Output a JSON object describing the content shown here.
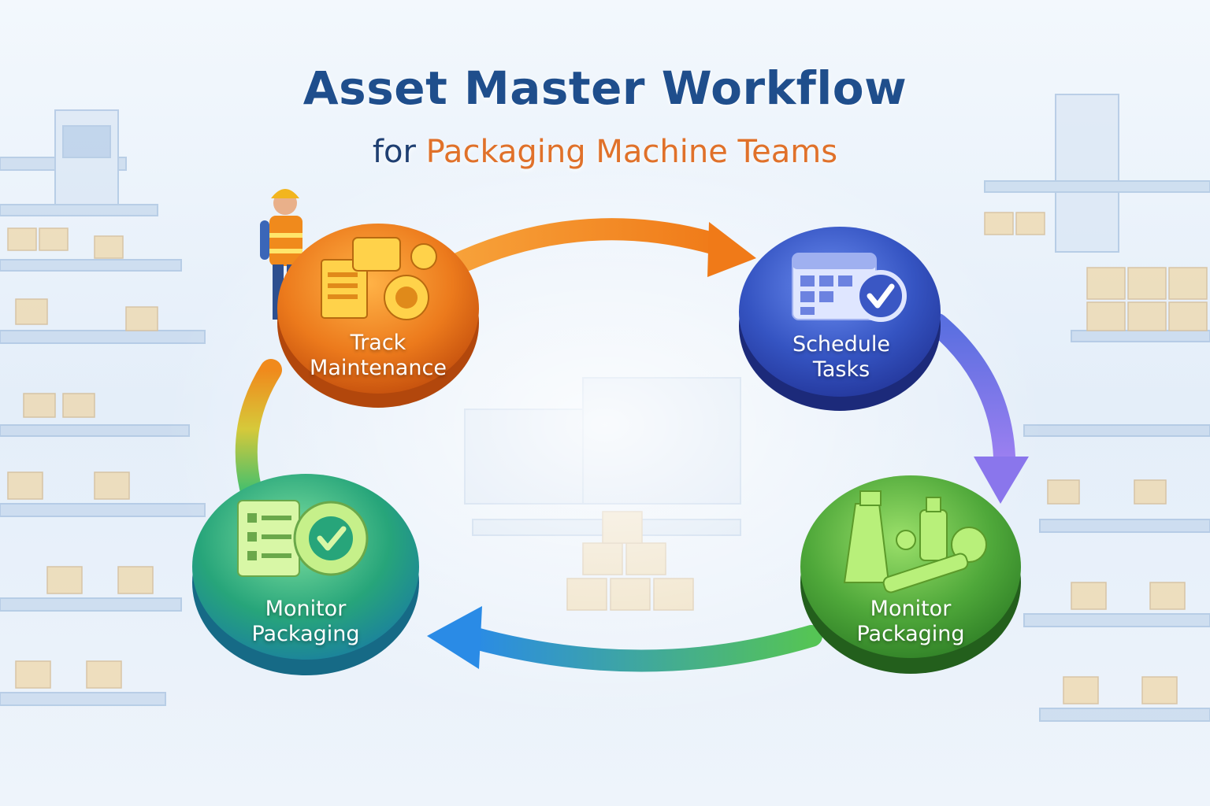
{
  "header": {
    "title": "Asset Master Workflow",
    "subtitle_lead": "for",
    "subtitle_accent": "Packaging Machine Teams"
  },
  "nodes": [
    {
      "line1": "Track",
      "line2": "Maintenance",
      "icon": "documents-gears-icon",
      "color": "#e8731f"
    },
    {
      "line1": "Schedule",
      "line2": "Tasks",
      "icon": "calendar-check-icon",
      "color": "#3a57c4"
    },
    {
      "line1": "Monitor",
      "line2": "Packaging",
      "icon": "cleaning-supplies-icon",
      "color": "#4aa63a"
    },
    {
      "line1": "Monitor",
      "line2": "Packaging",
      "icon": "checklist-gear-icon",
      "color": "#23a37a"
    }
  ],
  "colors": {
    "title": "#1f4e8c",
    "accent": "#e0712a",
    "arrow_orange": "#f08a1c",
    "arrow_purple": "#7b6be0",
    "arrow_blue": "#2a8fe0",
    "arrow_green": "#4cc05a"
  }
}
